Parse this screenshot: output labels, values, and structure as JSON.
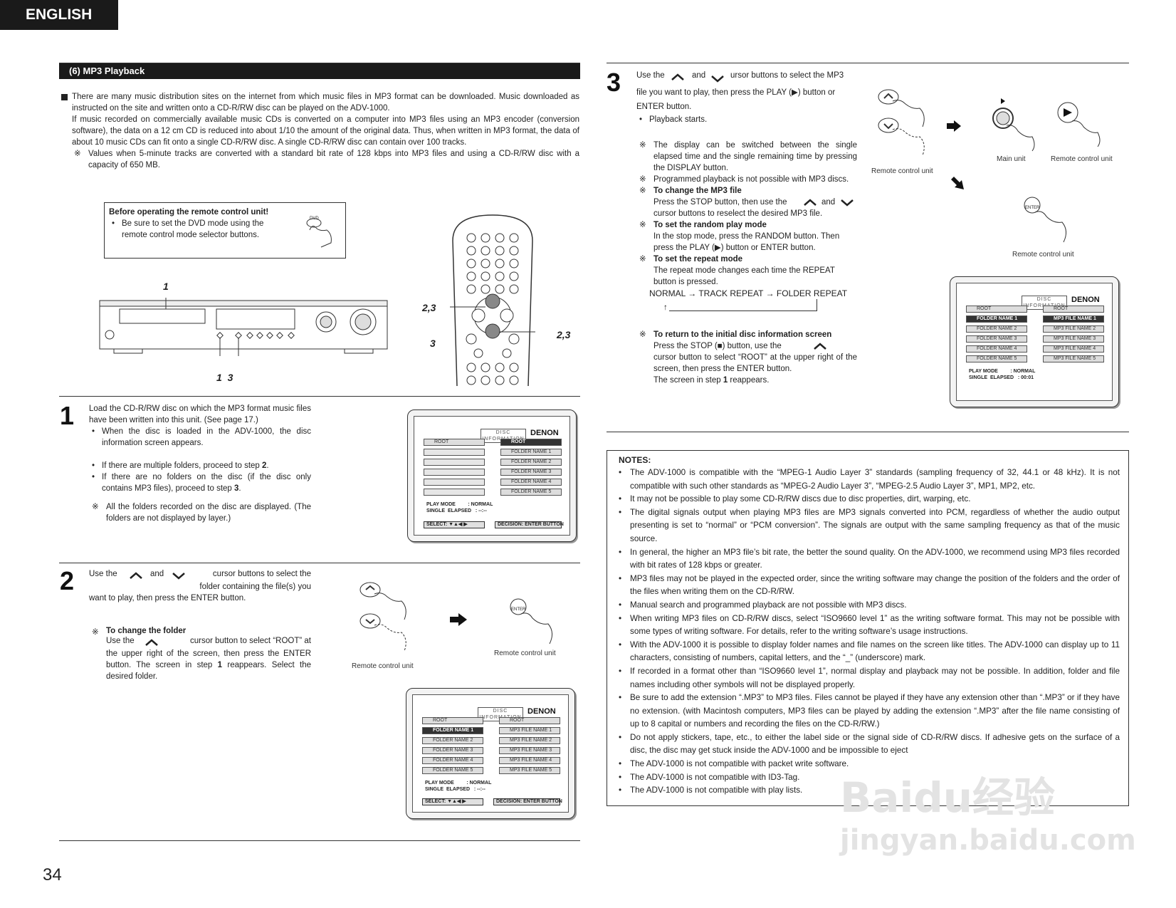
{
  "header": {
    "language_tab": "ENGLISH"
  },
  "section": {
    "title": "(6) MP3 Playback"
  },
  "intro": {
    "p1": "There are many music distribution sites on the internet from which music files in MP3 format can be downloaded. Music downloaded as instructed on the site and written onto a CD-R/RW disc can be played on the ADV-1000.",
    "p2": "If music recorded on commercially available music CDs is converted on a computer into MP3 files using an MP3 encoder (conversion software), the data on a 12 cm CD is reduced into about 1/10 the amount of the original data. Thus, when written in MP3 format, the data of about 10 music CDs can fit onto a single CD-R/RW disc. A single CD-R/RW disc can contain over 100 tracks.",
    "note_mark": "※",
    "note": "Values when 5-minute tracks are converted with a standard bit rate of 128 kbps into MP3 files and using a CD-R/RW disc with a capacity of 650 MB."
  },
  "remote_box": {
    "title": "Before operating the remote control unit!",
    "item": "Be sure to set the DVD mode using the remote control mode selector buttons.",
    "btn_label": "DVD"
  },
  "callouts": {
    "front_top": "1",
    "front_bottom": "1  3",
    "remote_a": "2,3",
    "remote_b": "2,3",
    "remote_c": "3"
  },
  "step1": {
    "num": "1",
    "text": "Load the CD-R/RW disc on which the MP3 format music files have been written into this unit. (See page 17.)",
    "b1": "When the disc is loaded in the ADV-1000, the disc information screen appears.",
    "b2_pre": "If there are multiple folders, proceed to step ",
    "b2_num": "2",
    "b2_post": ".",
    "b3_pre": "If there are no folders on the disc (if the disc only contains MP3 files), proceed to step ",
    "b3_num": "3",
    "b3_post": ".",
    "note": "All the folders recorded on the disc are displayed. (The folders are not displayed by layer.)"
  },
  "step2": {
    "num": "2",
    "use_the": "Use the",
    "and": "and",
    "text1": "cursor buttons to select the",
    "text2": "folder containing the file(s) you",
    "text3": "want to play, then press the ENTER button.",
    "sub_title": "To change the folder",
    "sub_use": "Use the",
    "sub_text1": "cursor button to select “ROOT” at",
    "sub_text2": "the upper right of the screen, then press the ENTER button. The screen in step ",
    "sub_num": "1",
    "sub_text3": " reappears. Select the desired folder.",
    "cap_left": "Remote control unit",
    "cap_right": "Remote control unit",
    "enter_label": "ENTER"
  },
  "step3": {
    "num": "3",
    "use_the": "Use the",
    "and": "and",
    "line1": "ursor buttons to select the MP3",
    "line2": "file you want to play, then press the PLAY (▶) button or ENTER button.",
    "b1": "Playback starts.",
    "n1": "The display can be switched between the single elapsed time and the single remaining time by pressing the DISPLAY button.",
    "n2": "Programmed playback is not possible with MP3 discs.",
    "n3_title": "To change the MP3 file",
    "n3_pre": "Press the STOP button, then use the",
    "n3_and": "and",
    "n3_post": "cursor buttons to reselect the desired MP3 file.",
    "n4_title": "To set the random play mode",
    "n4_text": "In the stop mode, press the RANDOM button. Then press the PLAY (▶) button or ENTER button.",
    "n5_title": "To set the repeat mode",
    "n5_text": "The repeat mode changes each time the REPEAT button is pressed.",
    "repeat_flow": "NORMAL → TRACK REPEAT → FOLDER REPEAT",
    "repeat_back": "↑",
    "n6_title": "To return to the initial disc information screen",
    "n6_pre": "Press the STOP (■) button, use the",
    "n6_post": "cursor button to select “ROOT” at the upper right of the screen, then press the ENTER button.",
    "n6_end_pre": "The screen in step ",
    "n6_end_num": "1",
    "n6_end_post": " reappears.",
    "cap_remote1": "Remote control unit",
    "cap_main": "Main unit",
    "cap_remote2": "Remote control unit",
    "cap_remote3": "Remote control unit",
    "enter_label": "ENTER"
  },
  "screens": {
    "title": "DISC INFORMATION",
    "brand": "DENON",
    "root": "ROOT",
    "play_mode": "PLAY MODE         : NORMAL",
    "single_elapsed": "SINGLE  ELAPSED   : --:--",
    "single_elapsed_2": "SINGLE  ELAPSED   : 00:01",
    "select_label": "SELECT:   ▼▲◀ ▶",
    "decision_label": "DECISION: ENTER BUTTON",
    "s1_right": [
      "FOLDER NAME 1",
      "FOLDER NAME 2",
      "FOLDER NAME 3",
      "FOLDER NAME 4",
      "FOLDER NAME 5"
    ],
    "s2_left": [
      "FOLDER NAME 1",
      "FOLDER NAME 2",
      "FOLDER NAME 3",
      "FOLDER NAME 4",
      "FOLDER NAME 5"
    ],
    "s2_right": [
      "MP3 FILE NAME 1",
      "MP3 FILE NAME 2",
      "MP3 FILE NAME 3",
      "MP3 FILE NAME 4",
      "MP3 FILE NAME 5"
    ],
    "mark": "※"
  },
  "notes": {
    "title": "NOTES:",
    "items": [
      "The ADV-1000 is compatible with the “MPEG-1 Audio Layer 3” standards (sampling frequency of 32, 44.1 or 48 kHz). It is not compatible with such other standards as “MPEG-2 Audio Layer 3”, “MPEG-2.5 Audio Layer 3”, MP1, MP2, etc.",
      "It may not be possible to play some CD-R/RW discs due to disc properties, dirt, warping, etc.",
      "The digital signals output when playing MP3 files are MP3 signals converted into PCM, regardless of whether the audio output presenting is set to “normal” or “PCM conversion”. The signals are output with the same sampling frequency as that of the music source.",
      "In general, the higher an MP3 file’s bit rate, the better the sound quality. On the ADV-1000, we recommend using MP3 files recorded with bit rates of 128 kbps or greater.",
      "MP3 files may not be played in the expected order, since the writing software may change the position of the folders and the order of the files when writing them on the CD-R/RW.",
      "Manual search and programmed playback are not possible with MP3 discs.",
      "When writing MP3 files on CD-R/RW discs, select “ISO9660 level 1” as the writing software format. This may not be possible with some types of writing software. For details, refer to the writing software’s usage instructions.",
      "With the ADV-1000 it is possible to display folder names and file names on the screen like titles. The ADV-1000 can display up to 11 characters, consisting of numbers, capital letters, and the “_” (underscore) mark.",
      "If recorded in a format other than “ISO9660 level 1”, normal display and playback may not be possible. In addition, folder and file names including other symbols will not be displayed properly.",
      "Be sure to add the extension “.MP3” to MP3 files. Files cannot be played if they have any extension other than “.MP3” or if they have no extension. (with Macintosh computers, MP3 files can be played by adding the extension “.MP3” after the file name consisting of up to 8 capital or numbers and recording the files on the CD-R/RW.)",
      "Do not apply stickers, tape, etc., to either the label side or the signal side of CD-R/RW discs. If adhesive gets on the surface of a disc, the disc may get stuck inside the ADV-1000 and be impossible to eject",
      "The ADV-1000 is not compatible with packet write software.",
      "The ADV-1000 is not compatible with ID3-Tag.",
      "The ADV-1000 is not compatible with play lists."
    ]
  },
  "footer": {
    "page_number": "34"
  },
  "watermark": {
    "line1": "Baidu经验",
    "line2": "jingyan.baidu.com"
  }
}
